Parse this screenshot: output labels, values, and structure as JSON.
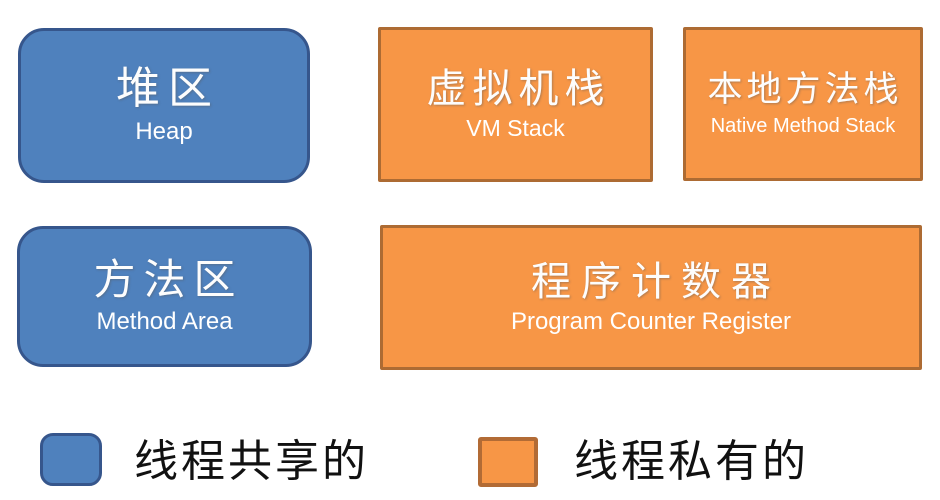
{
  "boxes": {
    "heap": {
      "zh": "堆区",
      "en": "Heap"
    },
    "vm_stack": {
      "zh": "虚拟机栈",
      "en": "VM Stack"
    },
    "native_method_stack": {
      "zh": "本地方法栈",
      "en": "Native Method Stack"
    },
    "method_area": {
      "zh": "方法区",
      "en": "Method Area"
    },
    "program_counter": {
      "zh": "程序计数器",
      "en": "Program Counter Register"
    }
  },
  "legend": {
    "shared": {
      "label": "线程共享的",
      "swatch_color": "#4f81bd",
      "swatch_border": "#36568c"
    },
    "private": {
      "label": "线程私有的",
      "swatch_color": "#f79646",
      "swatch_border": "#b26b35"
    }
  },
  "colors": {
    "blue_fill": "#4f81bd",
    "blue_border": "#36568c",
    "orange_fill": "#f79646",
    "orange_border": "#ad6b33",
    "box_text": "#ffffff",
    "legend_text": "#111111",
    "background": "#ffffff"
  }
}
